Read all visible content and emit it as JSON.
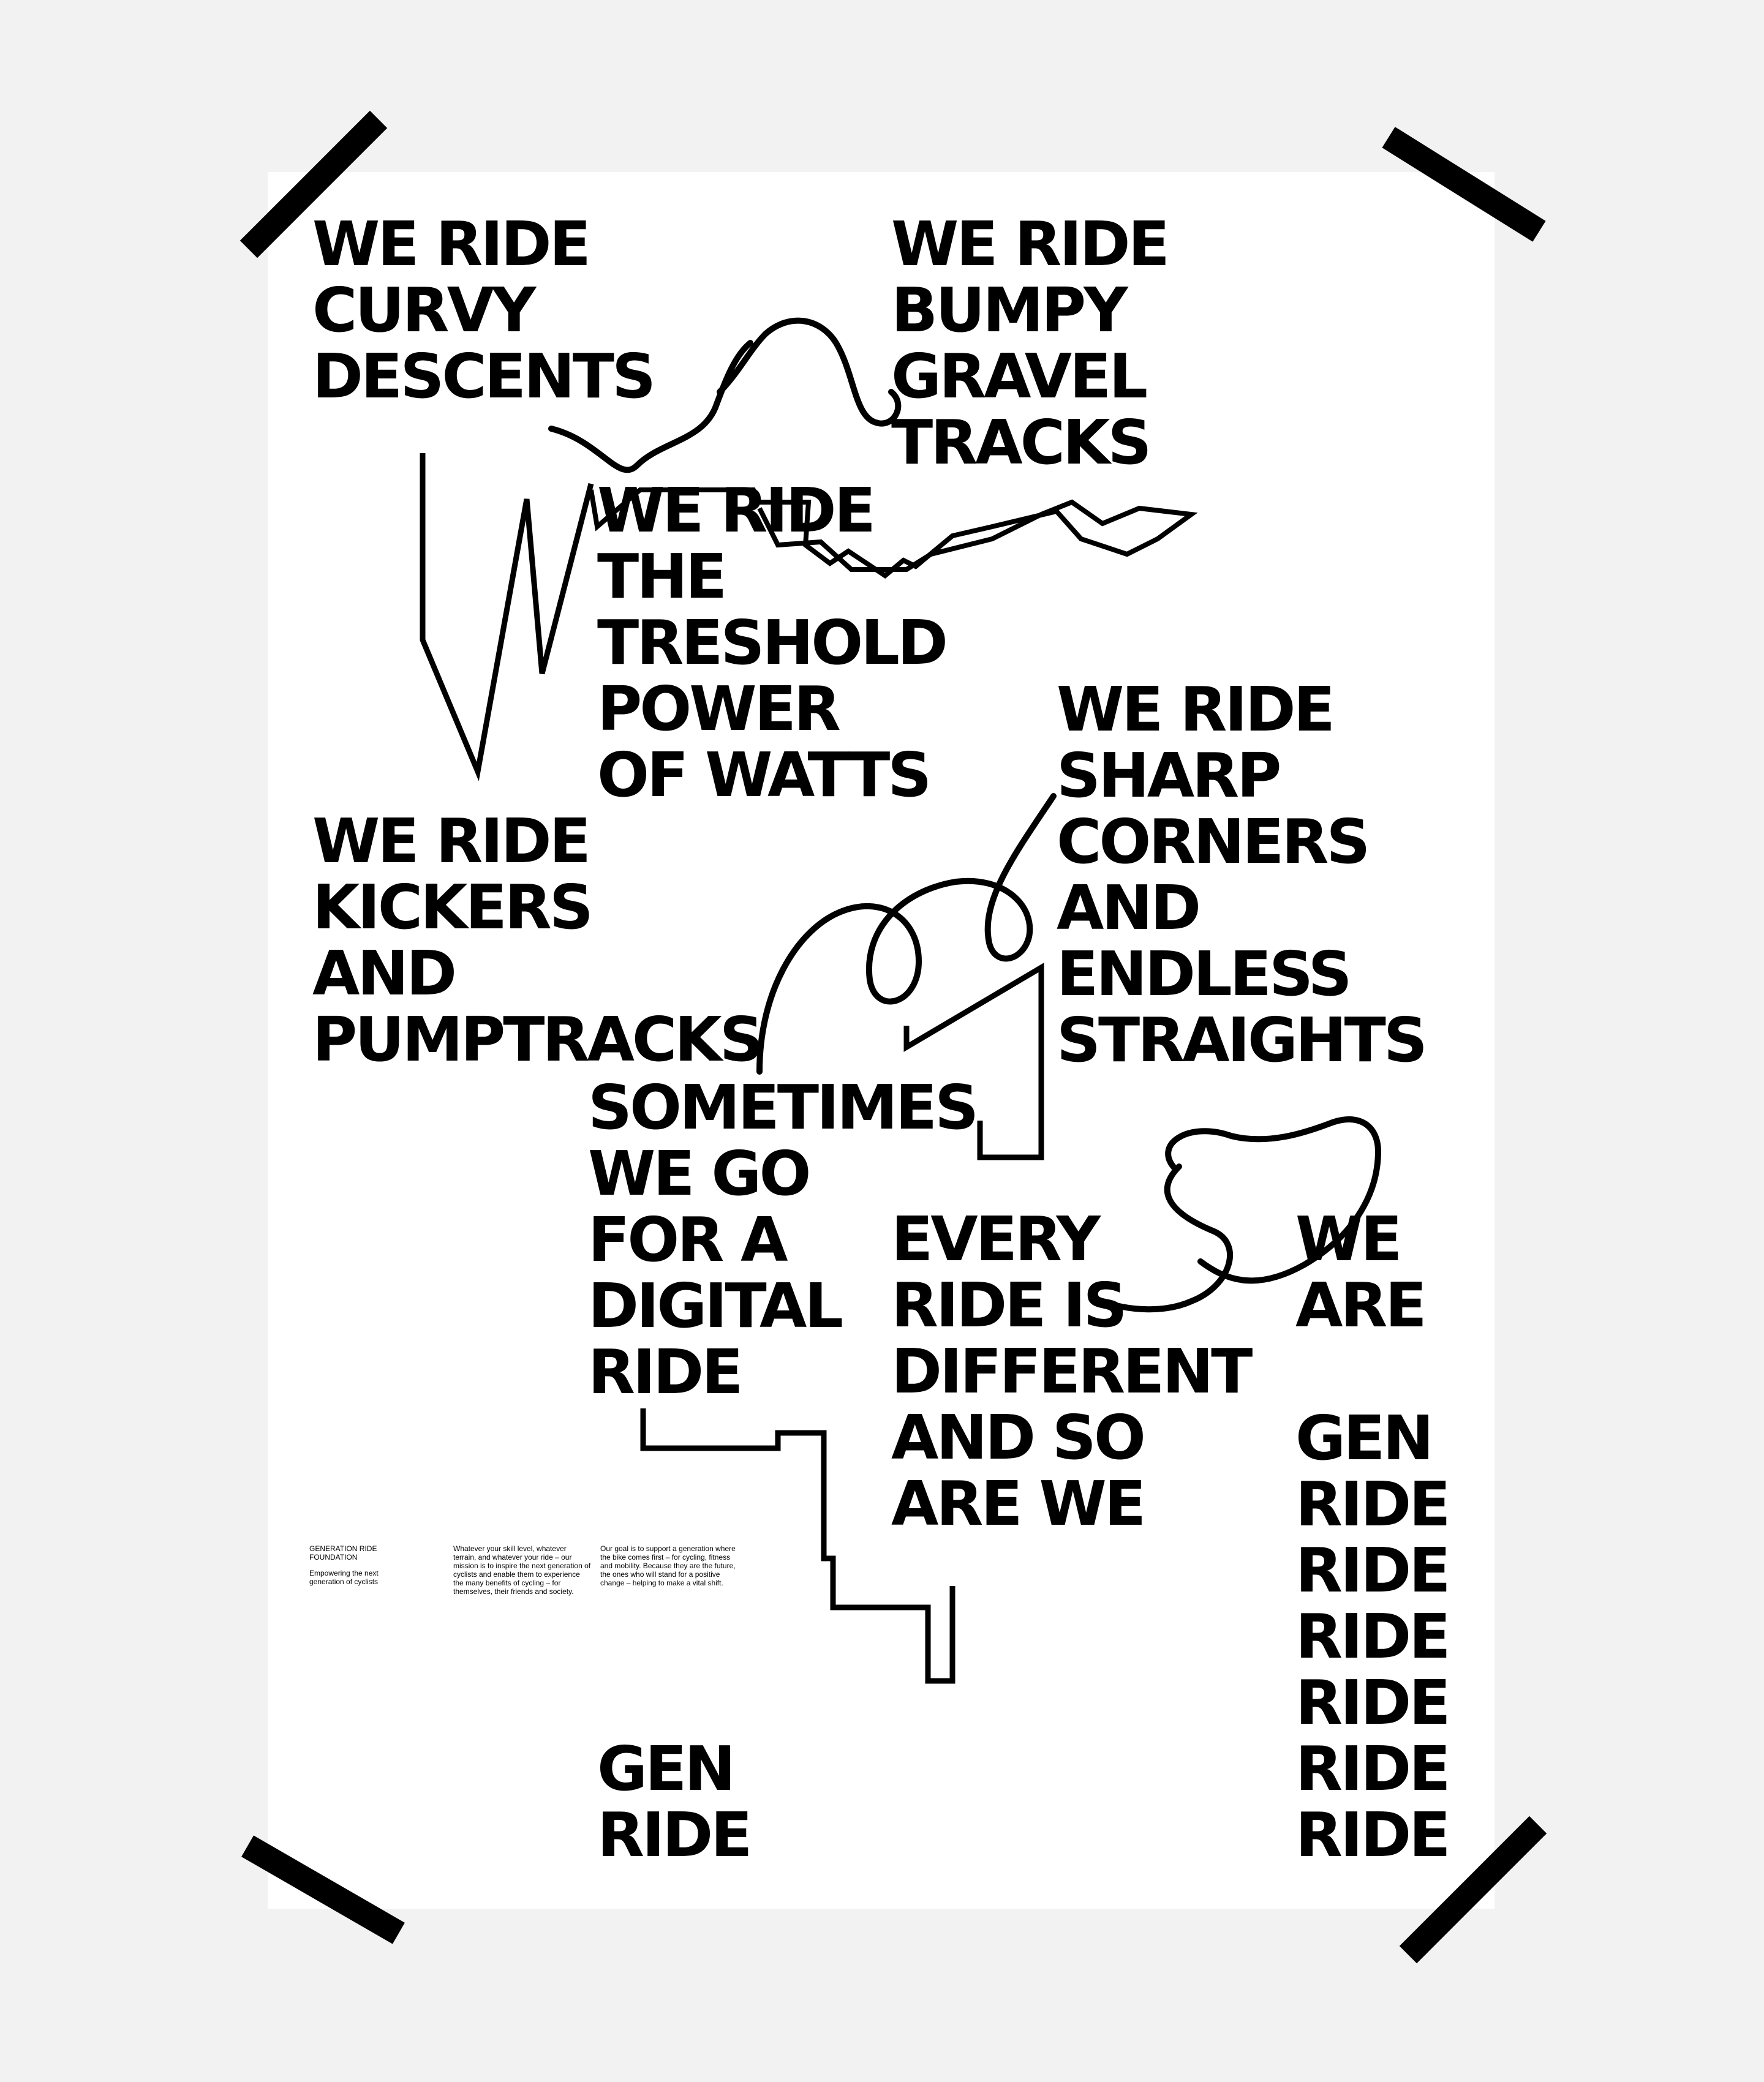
{
  "blocks": {
    "curvy": [
      "WE RIDE",
      "CURVY",
      "DESCENTS"
    ],
    "gravel": [
      "WE RIDE",
      "BUMPY",
      "GRAVEL",
      "TRACKS"
    ],
    "threshold": [
      "WE RIDE",
      "THE",
      "TRESHOLD",
      "POWER",
      "OF WATTS"
    ],
    "corners": [
      "WE RIDE",
      "SHARP",
      "CORNERS",
      "AND",
      "ENDLESS",
      "STRAIGHTS"
    ],
    "kickers": [
      "WE RIDE",
      "KICKERS",
      "AND",
      "PUMPTRACKS"
    ],
    "digital": [
      "SOMETIMES",
      "WE GO",
      "FOR A",
      "DIGITAL",
      "RIDE"
    ],
    "every": [
      "EVERY",
      "RIDE IS",
      "DIFFERENT",
      "AND SO",
      "ARE WE"
    ],
    "weare": [
      "WE",
      "ARE"
    ],
    "genstack": [
      "GEN",
      "RIDE",
      "RIDE",
      "RIDE",
      "RIDE",
      "RIDE",
      "RIDE"
    ],
    "genbottom": [
      "GEN",
      "RIDE"
    ]
  },
  "small_text": {
    "org_name": "GENERATION RIDE FOUNDATION",
    "tagline": "Empowering the next generation of cyclists",
    "para1": "Whatever your skill level, whatever terrain, and whatever your ride – our mission is to inspire the next generation of cyclists and enable them to experience the many benefits of cycling – for themselves, their friends and society.",
    "para2": "Our goal is to support a generation where the bike comes first – for cycling, fitness and mobility. Because they are the future, the ones who will stand for a positive change – helping to make a vital shift."
  },
  "colors": {
    "background": "#f2f2f2",
    "poster": "#ffffff",
    "ink": "#000000"
  }
}
